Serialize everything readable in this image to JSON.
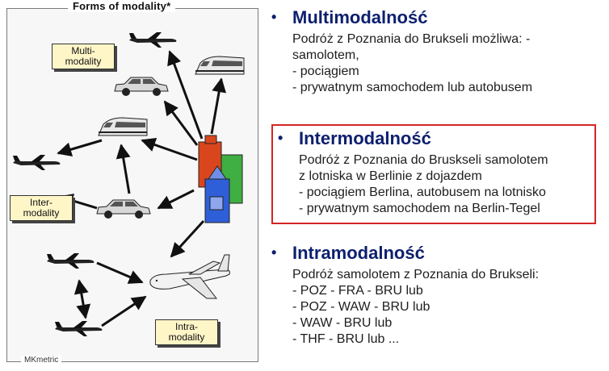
{
  "diagram": {
    "title": "Forms of modality*",
    "footer": "MKmetric",
    "labels": {
      "multi": [
        "Multi-",
        "modality"
      ],
      "inter": [
        "Inter-",
        "modality"
      ],
      "intra": [
        "Intra-",
        "modality"
      ]
    }
  },
  "sections": [
    {
      "heading": "Multimodalność",
      "lines": [
        "Podróż z  Poznania do Brukseli możliwa: -",
        "samolotem,",
        "- pociągiem",
        "- prywatnym samochodem lub autobusem"
      ]
    },
    {
      "heading": "Intermodalność",
      "lines": [
        "Podróż z Poznania do Bruskseli samolotem",
        "z lotniska w Berlinie z dojazdem",
        "- pociągiem Berlina, autobusem na lotnisko",
        "- prywatnym samochodem na Berlin-Tegel"
      ]
    },
    {
      "heading": "Intramodalność",
      "lines": [
        "Podróż samolotem z Poznania do Brukseli:",
        "- POZ - FRA - BRU lub",
        "- POZ - WAW - BRU lub",
        "- WAW - BRU lub",
        "- THF - BRU lub ..."
      ]
    }
  ],
  "bullet": "•",
  "colors": {
    "heading": "#0d1f6e",
    "highlight": "#d42525",
    "label_bg": "#fff6c8"
  }
}
